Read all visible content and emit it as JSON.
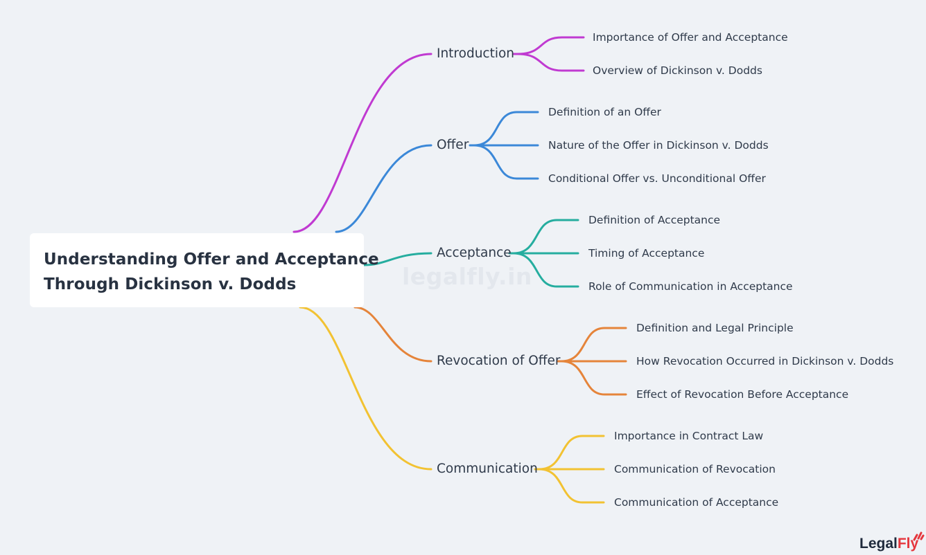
{
  "root": {
    "title_line1": "Understanding Offer and Acceptance",
    "title_line2": "Through Dickinson v. Dodds"
  },
  "watermark": "legalfly.in",
  "logo": {
    "part1": "Legal",
    "part2": "Fly"
  },
  "branches": [
    {
      "key": "introduction",
      "label": "Introduction",
      "color": "#c03ad1",
      "children": [
        "Importance of Offer and Acceptance",
        "Overview of Dickinson v. Dodds"
      ]
    },
    {
      "key": "offer",
      "label": "Offer",
      "color": "#3b88d8",
      "children": [
        "Definition of an Offer",
        "Nature of the Offer in Dickinson v. Dodds",
        "Conditional Offer vs. Unconditional Offer"
      ]
    },
    {
      "key": "acceptance",
      "label": "Acceptance",
      "color": "#25ad9f",
      "children": [
        "Definition of Acceptance",
        "Timing of Acceptance",
        "Role of Communication in Acceptance"
      ]
    },
    {
      "key": "revocation",
      "label": "Revocation of Offer",
      "color": "#e5843a",
      "children": [
        "Definition and Legal Principle",
        "How Revocation Occurred in Dickinson v. Dodds",
        "Effect of Revocation Before Acceptance"
      ]
    },
    {
      "key": "communication",
      "label": "Communication",
      "color": "#f2c232",
      "children": [
        "Importance in Contract Law",
        "Communication of Revocation",
        "Communication of Acceptance"
      ]
    }
  ]
}
